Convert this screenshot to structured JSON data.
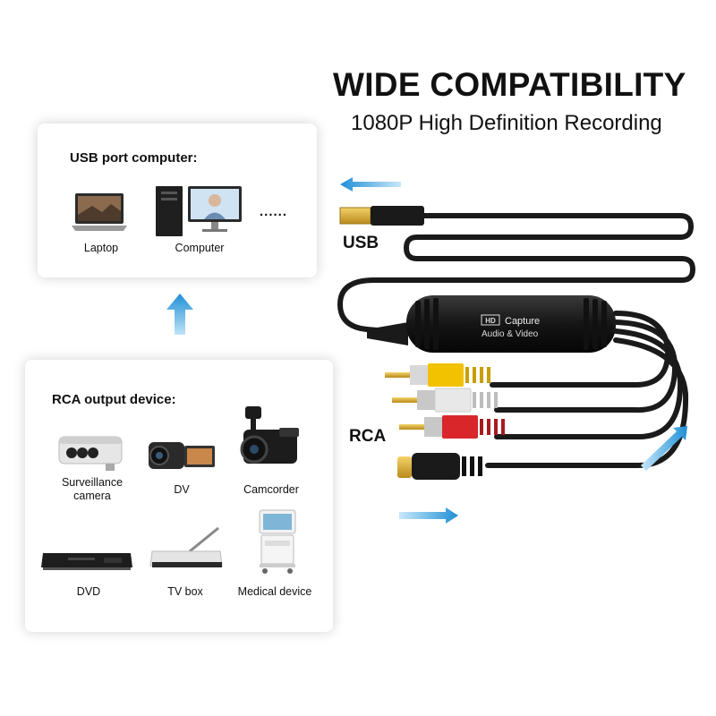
{
  "headline": "WIDE COMPATIBILITY",
  "subheadline": "1080P High Definition Recording",
  "usb_panel": {
    "title": "USB port computer:",
    "devices": [
      {
        "label": "Laptop",
        "icon": "laptop-icon"
      },
      {
        "label": "Computer",
        "icon": "desktop-computer-icon"
      }
    ],
    "more": "......"
  },
  "rca_panel": {
    "title": "RCA output device:",
    "devices": [
      {
        "label": "Surveillance camera",
        "icon": "surveillance-camera-icon"
      },
      {
        "label": "DV",
        "icon": "dv-camera-icon"
      },
      {
        "label": "Camcorder",
        "icon": "camcorder-icon"
      },
      {
        "label": "DVD",
        "icon": "dvd-player-icon"
      },
      {
        "label": "TV box",
        "icon": "tv-box-icon"
      },
      {
        "label": "Medical device",
        "icon": "medical-device-icon"
      }
    ]
  },
  "cable": {
    "usb_label": "USB",
    "rca_label": "RCA",
    "box_badge": "HD",
    "box_line1": "Capture",
    "box_line2": "Audio & Video"
  },
  "colors": {
    "arrow_blue": "#29a3e6",
    "cable_black": "#1a1a1a",
    "rca_yellow": "#f2c200",
    "rca_white": "#e8e8e8",
    "rca_red": "#d8262b"
  }
}
